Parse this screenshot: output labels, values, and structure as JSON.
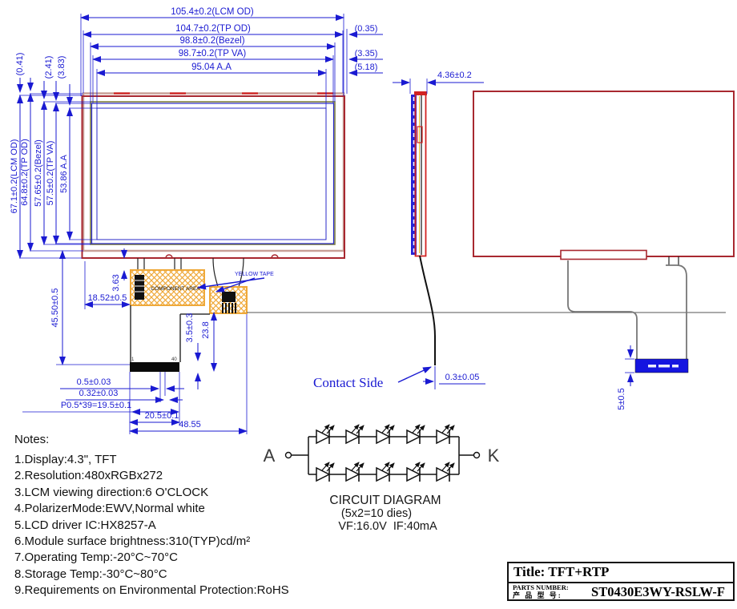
{
  "drawing": {
    "front": {
      "dims_top": [
        "105.4±0.2(LCM OD)",
        "104.7±0.2(TP OD)",
        "98.8±0.2(Bezel)",
        "98.7±0.2(TP VA)",
        "95.04 A.A"
      ],
      "offsets_right": [
        "(0.35)",
        "(3.35)",
        "(5.18)"
      ],
      "dims_left": [
        "67.1±0.2(LCM OD)",
        "64.8±0.2(TP OD)",
        "57.65±0.2(Bezel)",
        "57.5±0.2(TP VA)",
        "53.86 A.A"
      ],
      "offsets_top": [
        "(0.41)",
        "(2.41)",
        "(3.83)"
      ],
      "component_area": "COMPONENT AREA",
      "yellow_tape": "YELLOW TAPE",
      "pin_first": "1",
      "pin_last": "40",
      "fpc_dims": {
        "offset_x": "18.52±0.5",
        "gap": "3.63",
        "tail_len": "45.50±0.5",
        "conn_h": "3.5±0.3",
        "conn_drop": "23.8",
        "pin_w": "0.5±0.03",
        "pin_gap": "0.32±0.03",
        "pitch": "P0.5*39=19.5±0.1",
        "conn_w": "20.5±0.1",
        "fpc_w": "48.55"
      }
    },
    "side": {
      "thickness": "4.36±0.2",
      "contact_label": "Contact Side",
      "tip": "0.3±0.05"
    },
    "back": {
      "conn_h": "5±0.5"
    },
    "circuit": {
      "anode": "A",
      "cathode": "K",
      "title": "CIRCUIT DIAGRAM",
      "dies": "(5x2=10 dies)",
      "ratings": "VF:16.0V  IF:40mA"
    },
    "notes": {
      "heading": "Notes:",
      "items": [
        "1.Display:4.3\", TFT",
        "2.Resolution:480xRGBx272",
        "3.LCM viewing direction:6 O'CLOCK",
        "4.PolarizerMode:EWV,Normal white",
        "5.LCD driver IC:HX8257-A",
        "6.Module surface brightness:310(TYP)cd/m²",
        "7.Operating Temp:-20°C~70°C",
        "8.Storage Temp:-30°C~80°C",
        "9.Requirements on Environmental Protection:RoHS"
      ]
    },
    "title_block": {
      "title": "Title: TFT+RTP",
      "pn_en": "PARTS NUMBER:",
      "pn_cn": "产 品 型 号:",
      "pn": "ST0430E3WY-RSLW-F"
    },
    "colors": {
      "dim_blue": "#1a1ad2",
      "lcm_red": "#a82830",
      "tp_tan": "#c8a098",
      "bezel_olive": "#787830",
      "hatch_orange": "#efa93a",
      "connector_blue": "#1515e0"
    }
  }
}
